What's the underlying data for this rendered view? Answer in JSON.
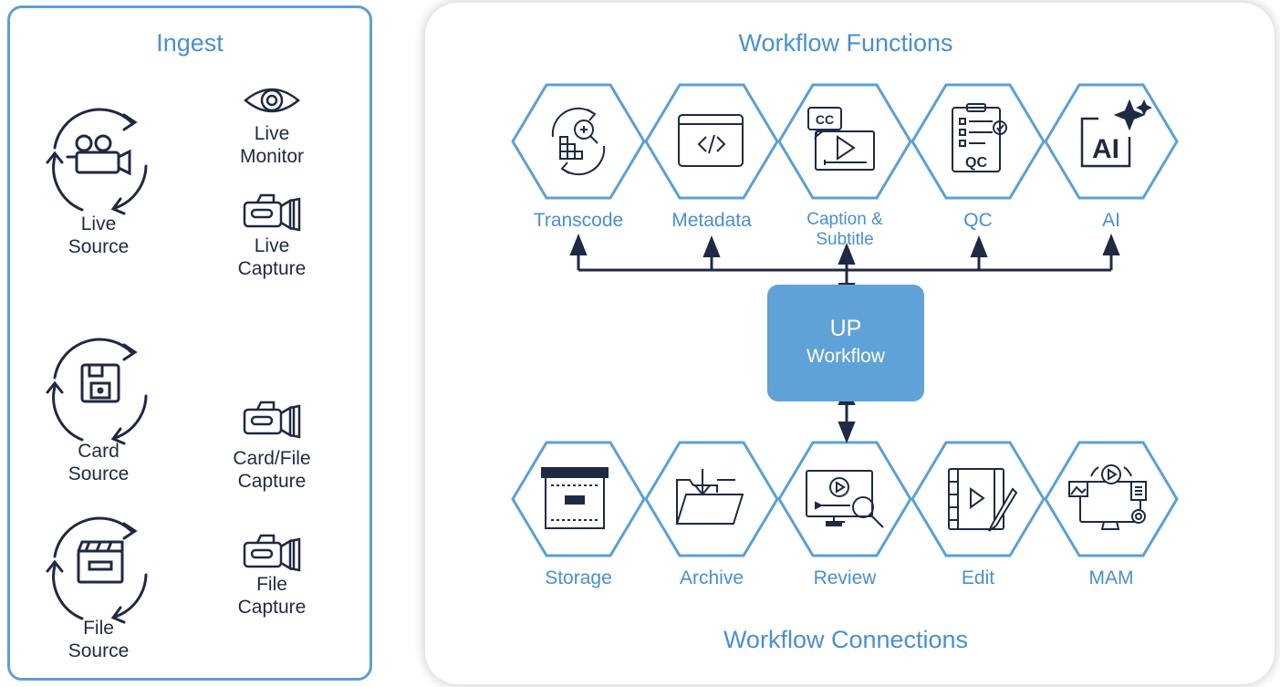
{
  "ingest": {
    "title": "Ingest",
    "sources": [
      {
        "line1": "Live",
        "line2": "Source"
      },
      {
        "line1": "Card",
        "line2": "Source"
      },
      {
        "line1": "File",
        "line2": "Source"
      }
    ],
    "captures": [
      {
        "line1": "Live",
        "line2": "Monitor"
      },
      {
        "line1": "Live",
        "line2": "Capture"
      },
      {
        "line1": "Card/File",
        "line2": "Capture"
      },
      {
        "line1": "File",
        "line2": "Capture"
      }
    ]
  },
  "workflow": {
    "functions_title": "Workflow Functions",
    "connections_title": "Workflow Connections",
    "center": {
      "line1": "UP",
      "line2": "Workflow"
    },
    "functions": [
      {
        "label": "Transcode",
        "icon": "transcode-icon"
      },
      {
        "label": "Metadata",
        "icon": "metadata-icon"
      },
      {
        "label1": "Caption &",
        "label2": "Subtitle",
        "icon": "caption-icon"
      },
      {
        "label": "QC",
        "icon": "qc-icon"
      },
      {
        "label": "AI",
        "icon": "ai-icon"
      }
    ],
    "connections": [
      {
        "label": "Storage",
        "icon": "storage-icon"
      },
      {
        "label": "Archive",
        "icon": "archive-icon"
      },
      {
        "label": "Review",
        "icon": "review-icon"
      },
      {
        "label": "Edit",
        "icon": "edit-icon"
      },
      {
        "label": "MAM",
        "icon": "mam-icon"
      }
    ],
    "icon_texts": {
      "cc": "CC",
      "qc": "QC",
      "ai": "AI"
    }
  },
  "colors": {
    "accent": "#4a8fd0",
    "panel_border": "#5ba0d5",
    "center_box": "#5ea2d8",
    "ink": "#1e2a44"
  }
}
